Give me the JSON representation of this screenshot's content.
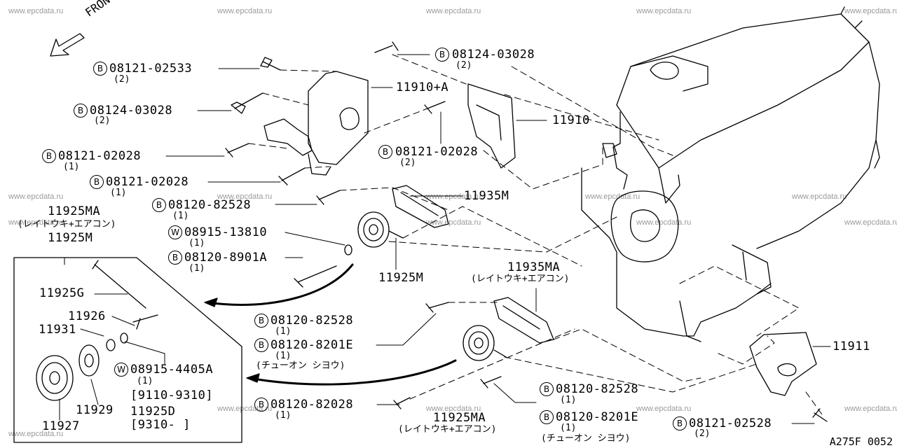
{
  "watermark_text": "www.epcdata.ru",
  "front_label": "FRONT",
  "doc_id": "A275F 0052",
  "circle_codes": {
    "bolt": "B",
    "washer": "W"
  },
  "labels": {
    "b_08121_02533": "08121-02533",
    "q_2a": "(2)",
    "b_08124_03028_top": "08124-03028",
    "q_2b": "(2)",
    "p_11910A": "11910+A",
    "b_08124_03028_left": "08124-03028",
    "q_2c": "(2)",
    "p_11910": "11910",
    "b_08121_02028_a": "08121-02028",
    "q_1a": "(1)",
    "b_08121_02028_b": "08121-02028",
    "q_2d": "(2)",
    "b_08121_02028_c": "08121-02028",
    "q_1b": "(1)",
    "b_08120_82528_a": "08120-82528",
    "q_1c": "(1)",
    "p_11935M": "11935M",
    "p_11925MA_top": "11925MA",
    "note_ac_top": "(レイトウキ+エアコン)",
    "p_11925M_top": "11925M",
    "w_08915_13810": "08915-13810",
    "q_1d": "(1)",
    "b_08120_8901A": "08120-8901A",
    "q_1e": "(1)",
    "p_11925M_mid": "11925M",
    "p_11935MA": "11935MA",
    "note_ac_mid": "(レイトウキ+エアコン)",
    "b_08120_82528_b": "08120-82528",
    "q_1f": "(1)",
    "b_08120_8201E_a": "08120-8201E",
    "q_1g": "(1)",
    "note_cyuon_a": "(チューオン  シヨウ)",
    "p_11911": "11911",
    "p_11925G": "11925G",
    "p_11926": "11926",
    "p_11931": "11931",
    "w_08915_4405A": "08915-4405A",
    "q_1h": "(1)",
    "range_a": "[9110-9310]",
    "p_11925D": "11925D",
    "range_b": "[9310-   ]",
    "p_11929": "11929",
    "p_11927": "11927",
    "b_08120_82028": "08120-82028",
    "q_1i": "(1)",
    "p_11925MA_bot": "11925MA",
    "note_ac_bot": "(レイトウキ+エアコン)",
    "b_08120_82528_c": "08120-82528",
    "q_1j": "(1)",
    "b_08120_8201E_b": "08120-8201E",
    "q_1k": "(1)",
    "note_cyuon_b": "(チューオン  シヨウ)",
    "b_08121_02528": "08121-02528",
    "q_2e": "(2)"
  }
}
